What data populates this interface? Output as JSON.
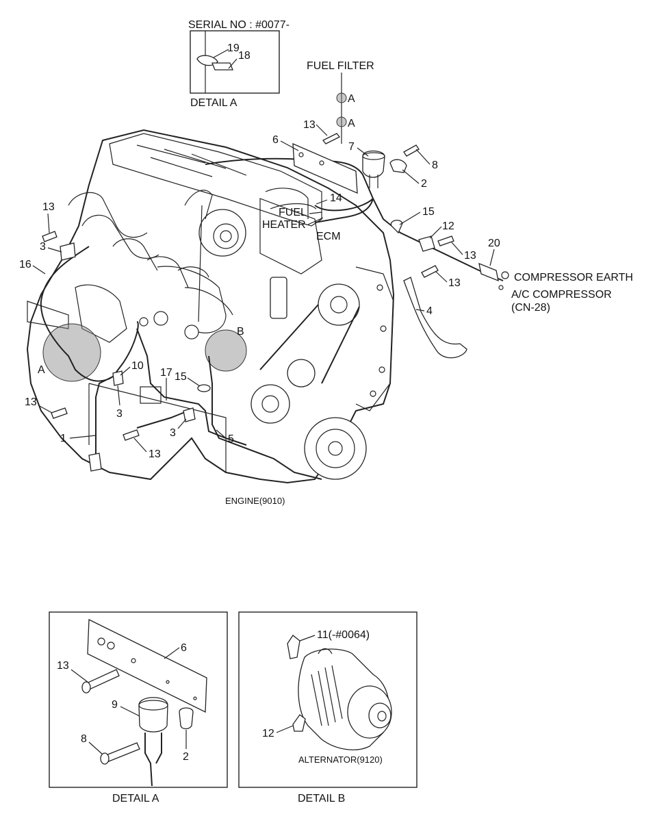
{
  "serial_box": {
    "serial": "SERIAL NO : #0077-",
    "detail": "DETAIL A",
    "labels": [
      "19",
      "18"
    ]
  },
  "top_callouts": {
    "fuel_filter": "FUEL FILTER",
    "a1": "A",
    "a2": "A",
    "fuel": "FUEL",
    "heater": "HEATER",
    "ecm": "ECM",
    "compressor_earth": "COMPRESSOR EARTH",
    "ac_compressor": "A/C COMPRESSOR",
    "cn28": "(CN-28)",
    "detail_a_marker": "A",
    "detail_b_marker": "B"
  },
  "part_numbers": {
    "p13a": "13",
    "p6": "6",
    "p7": "7",
    "p8": "8",
    "p2": "2",
    "p14": "14",
    "p15a": "15",
    "p12": "12",
    "p13b": "13",
    "p20": "20",
    "p13c": "13",
    "p4": "4",
    "p13d": "13",
    "p3a": "3",
    "p16": "16",
    "p10": "10",
    "p17": "17",
    "p15b": "15",
    "p3b": "3",
    "p3c": "3",
    "p13e": "13",
    "p13f": "13",
    "p1": "1",
    "p5": "5"
  },
  "engine_caption": "ENGINE(9010)",
  "detail_a": {
    "title": "DETAIL A",
    "labels": {
      "p6": "6",
      "p13": "13",
      "p9": "9",
      "p8": "8",
      "p2": "2"
    }
  },
  "detail_b": {
    "title": "DETAIL B",
    "labels": {
      "p11": "11(-#0064)",
      "p12": "12"
    },
    "caption": "ALTERNATOR(9120)"
  }
}
